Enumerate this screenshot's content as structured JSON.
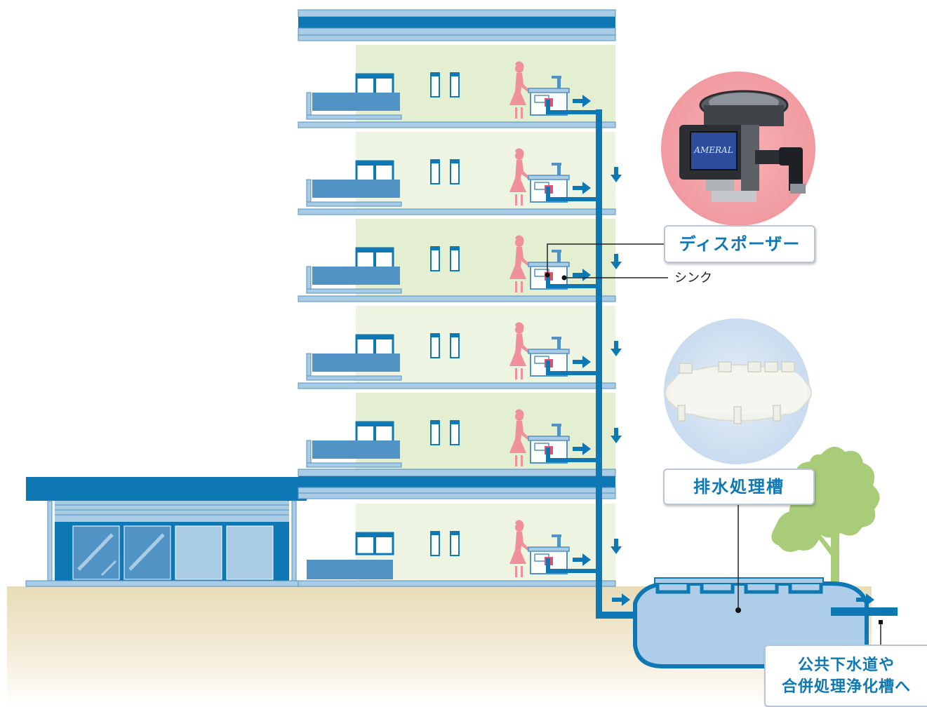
{
  "labels": {
    "disposer": "ディスポーザー",
    "sink": "シンク",
    "treatment_tank": "排水処理槽",
    "destination_line1": "公共下水道や",
    "destination_line2": "合併処理浄化槽へ"
  },
  "product_badges": {
    "disposer_photo_text": "AMERAL"
  },
  "colors": {
    "pipe_blue": "#0e78b4",
    "building_blue": "#5193c5",
    "light_blue": "#a9cbe4",
    "floor_green": "#e4eed0",
    "person_pink": "#f0909a",
    "ground": "#ece2c4",
    "tree_green": "#a9cc78",
    "tank_fill": "#aecde8",
    "label_text": "#0e78b4"
  },
  "floors": [
    {
      "name": "floor-6"
    },
    {
      "name": "floor-5"
    },
    {
      "name": "floor-4"
    },
    {
      "name": "floor-3"
    },
    {
      "name": "floor-2"
    },
    {
      "name": "floor-1"
    }
  ]
}
